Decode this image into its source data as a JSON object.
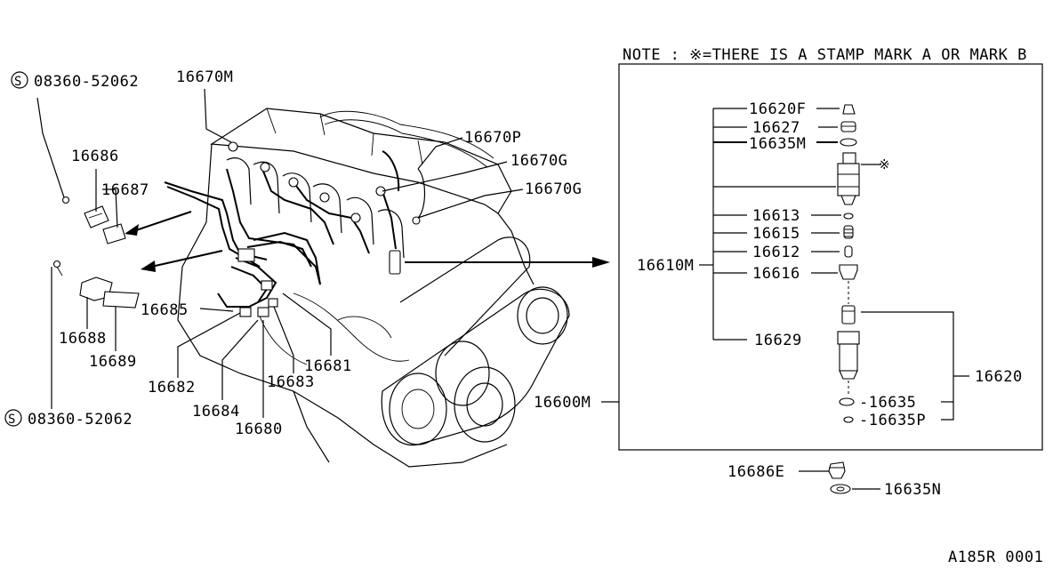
{
  "note": "NOTE : ※=THERE IS A STAMP MARK A OR MARK B",
  "stamp_mark": "※",
  "std_symbol": "S",
  "footer_code": "A185R 0001",
  "labels": {
    "bolt_top": "08360-52062",
    "bolt_bottom": "08360-52062",
    "p16670M": "16670M",
    "p16670P": "16670P",
    "p16670G_a": "16670G",
    "p16670G_b": "16670G",
    "p16686": "16686",
    "p16687": "16687",
    "p16688": "16688",
    "p16689": "16689",
    "p16685": "16685",
    "p16682": "16682",
    "p16684": "16684",
    "p16680": "16680",
    "p16683": "16683",
    "p16681": "16681",
    "p16620F": "16620F",
    "p16627": "16627",
    "p16635M": "16635M",
    "p16613": "16613",
    "p16615": "16615",
    "p16612": "16612",
    "p16616": "16616",
    "p16629": "16629",
    "p16610M": "16610M",
    "p16620": "16620",
    "p16635": "-16635",
    "p16635P": "-16635P",
    "p16600M": "16600M",
    "p16686E": "16686E",
    "p16635N": "16635N"
  }
}
